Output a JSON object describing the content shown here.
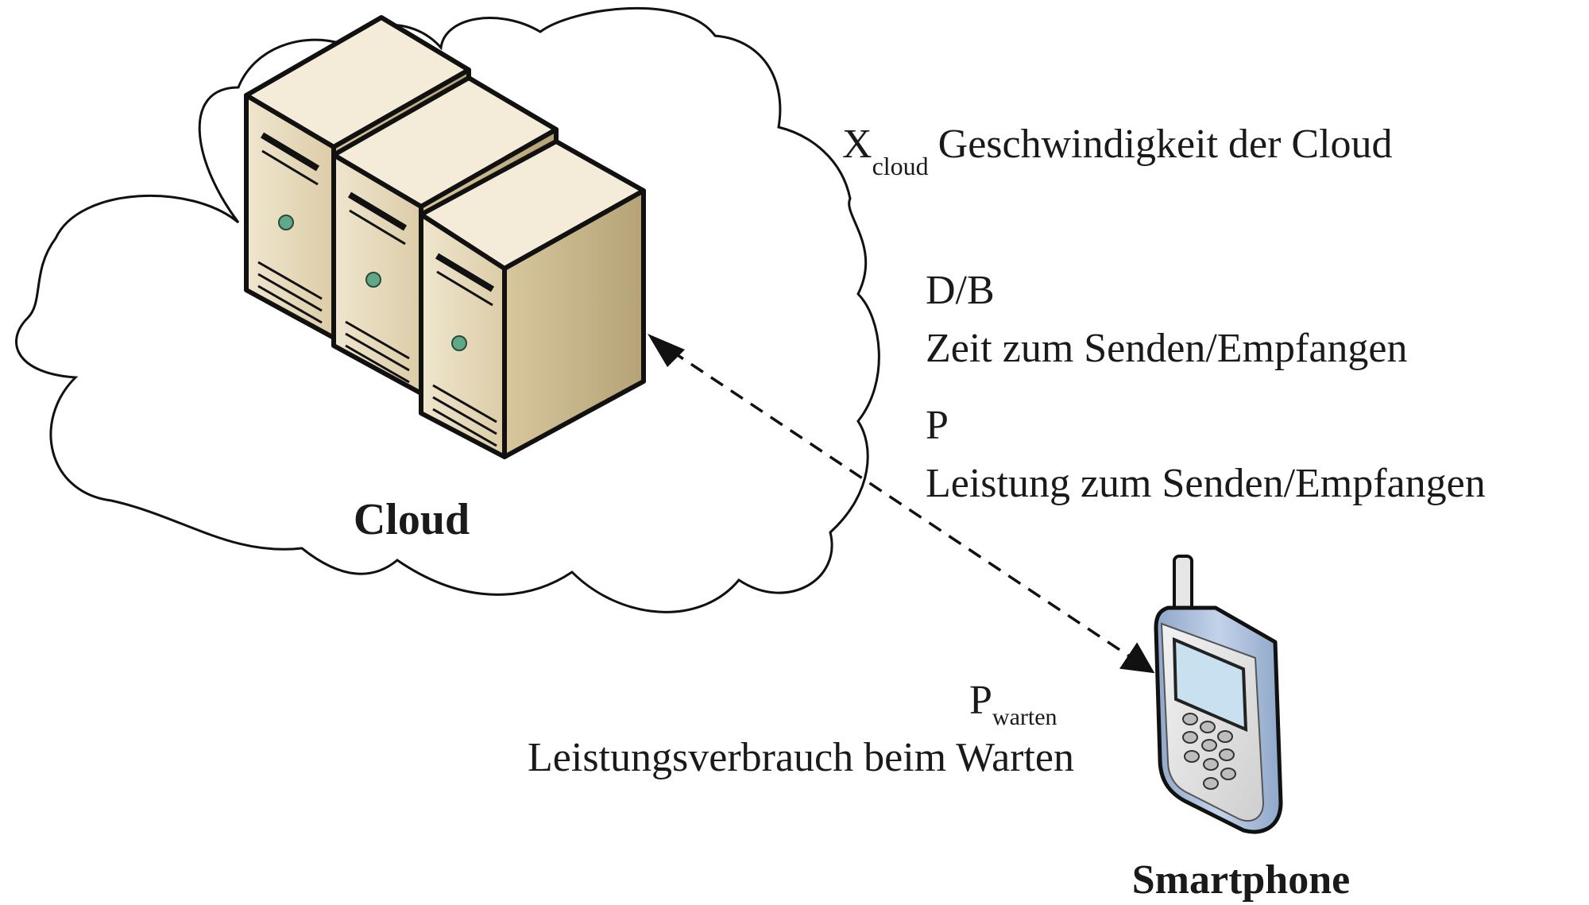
{
  "cloud": {
    "label": "Cloud"
  },
  "smartphone": {
    "label": "Smartphone"
  },
  "annotations": {
    "speed": {
      "symbol": "X",
      "subscript": "cloud",
      "text": "Geschwindigkeit der Cloud"
    },
    "transfer_time": {
      "symbol": "D/B",
      "text": "Zeit zum Senden/Empfangen"
    },
    "transfer_power": {
      "symbol": "P",
      "text": "Leistung zum Senden/Empfangen"
    },
    "wait_power": {
      "symbol": "P",
      "subscript": "warten",
      "text": "Leistungsverbrauch beim Warten"
    }
  },
  "connection": {
    "style": "dashed",
    "direction": "bidirectional"
  },
  "colors": {
    "outline": "#1a1a1a",
    "server_front": "#e8dcc0",
    "server_side": "#c9b88f",
    "server_top": "#f4ecd8",
    "led": "#5fa88a",
    "phone_body": "#a9bcd8",
    "phone_screen": "#c8e0f0",
    "phone_keys": "#bdbdbd"
  }
}
